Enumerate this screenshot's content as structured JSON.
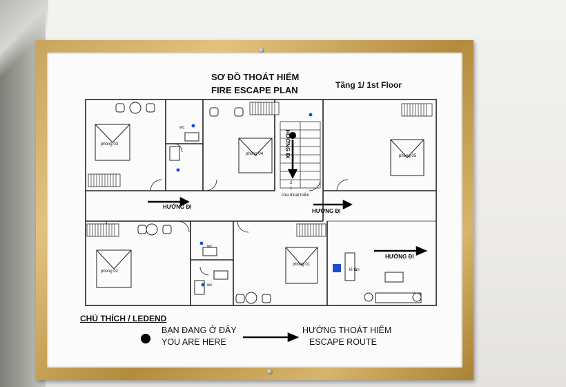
{
  "sign": {
    "title_vi": "SƠ ĐỒ THOÁT HIỂM",
    "title_en": "FIRE ESCAPE PLAN",
    "floor": "Tầng 1/ 1st Floor"
  },
  "rooms": [
    {
      "label": "phòng 03"
    },
    {
      "label": "phòng 04"
    },
    {
      "label": "phòng 05"
    },
    {
      "label": "phòng 02"
    },
    {
      "label": "phòng 01"
    }
  ],
  "wc_label": "wc",
  "direction_label": "HƯỚNG ĐI",
  "exit_label": "cửa thoát hiểm",
  "reception_label": "lễ tân",
  "stair_numbers": [
    "2",
    "1"
  ],
  "legend": {
    "title": "CHÚ THÍCH / LEDEND",
    "you_are_here_vi": "BẠN ĐANG Ở ĐÂY",
    "you_are_here_en": "YOU ARE HERE",
    "escape_route_vi": "HƯỚNG THOÁT HIỂM",
    "escape_route_en": "ESCAPE ROUTE"
  },
  "colors": {
    "frame_gold": "#c8a55c",
    "extinguisher_blue": "#1a4fd0"
  }
}
